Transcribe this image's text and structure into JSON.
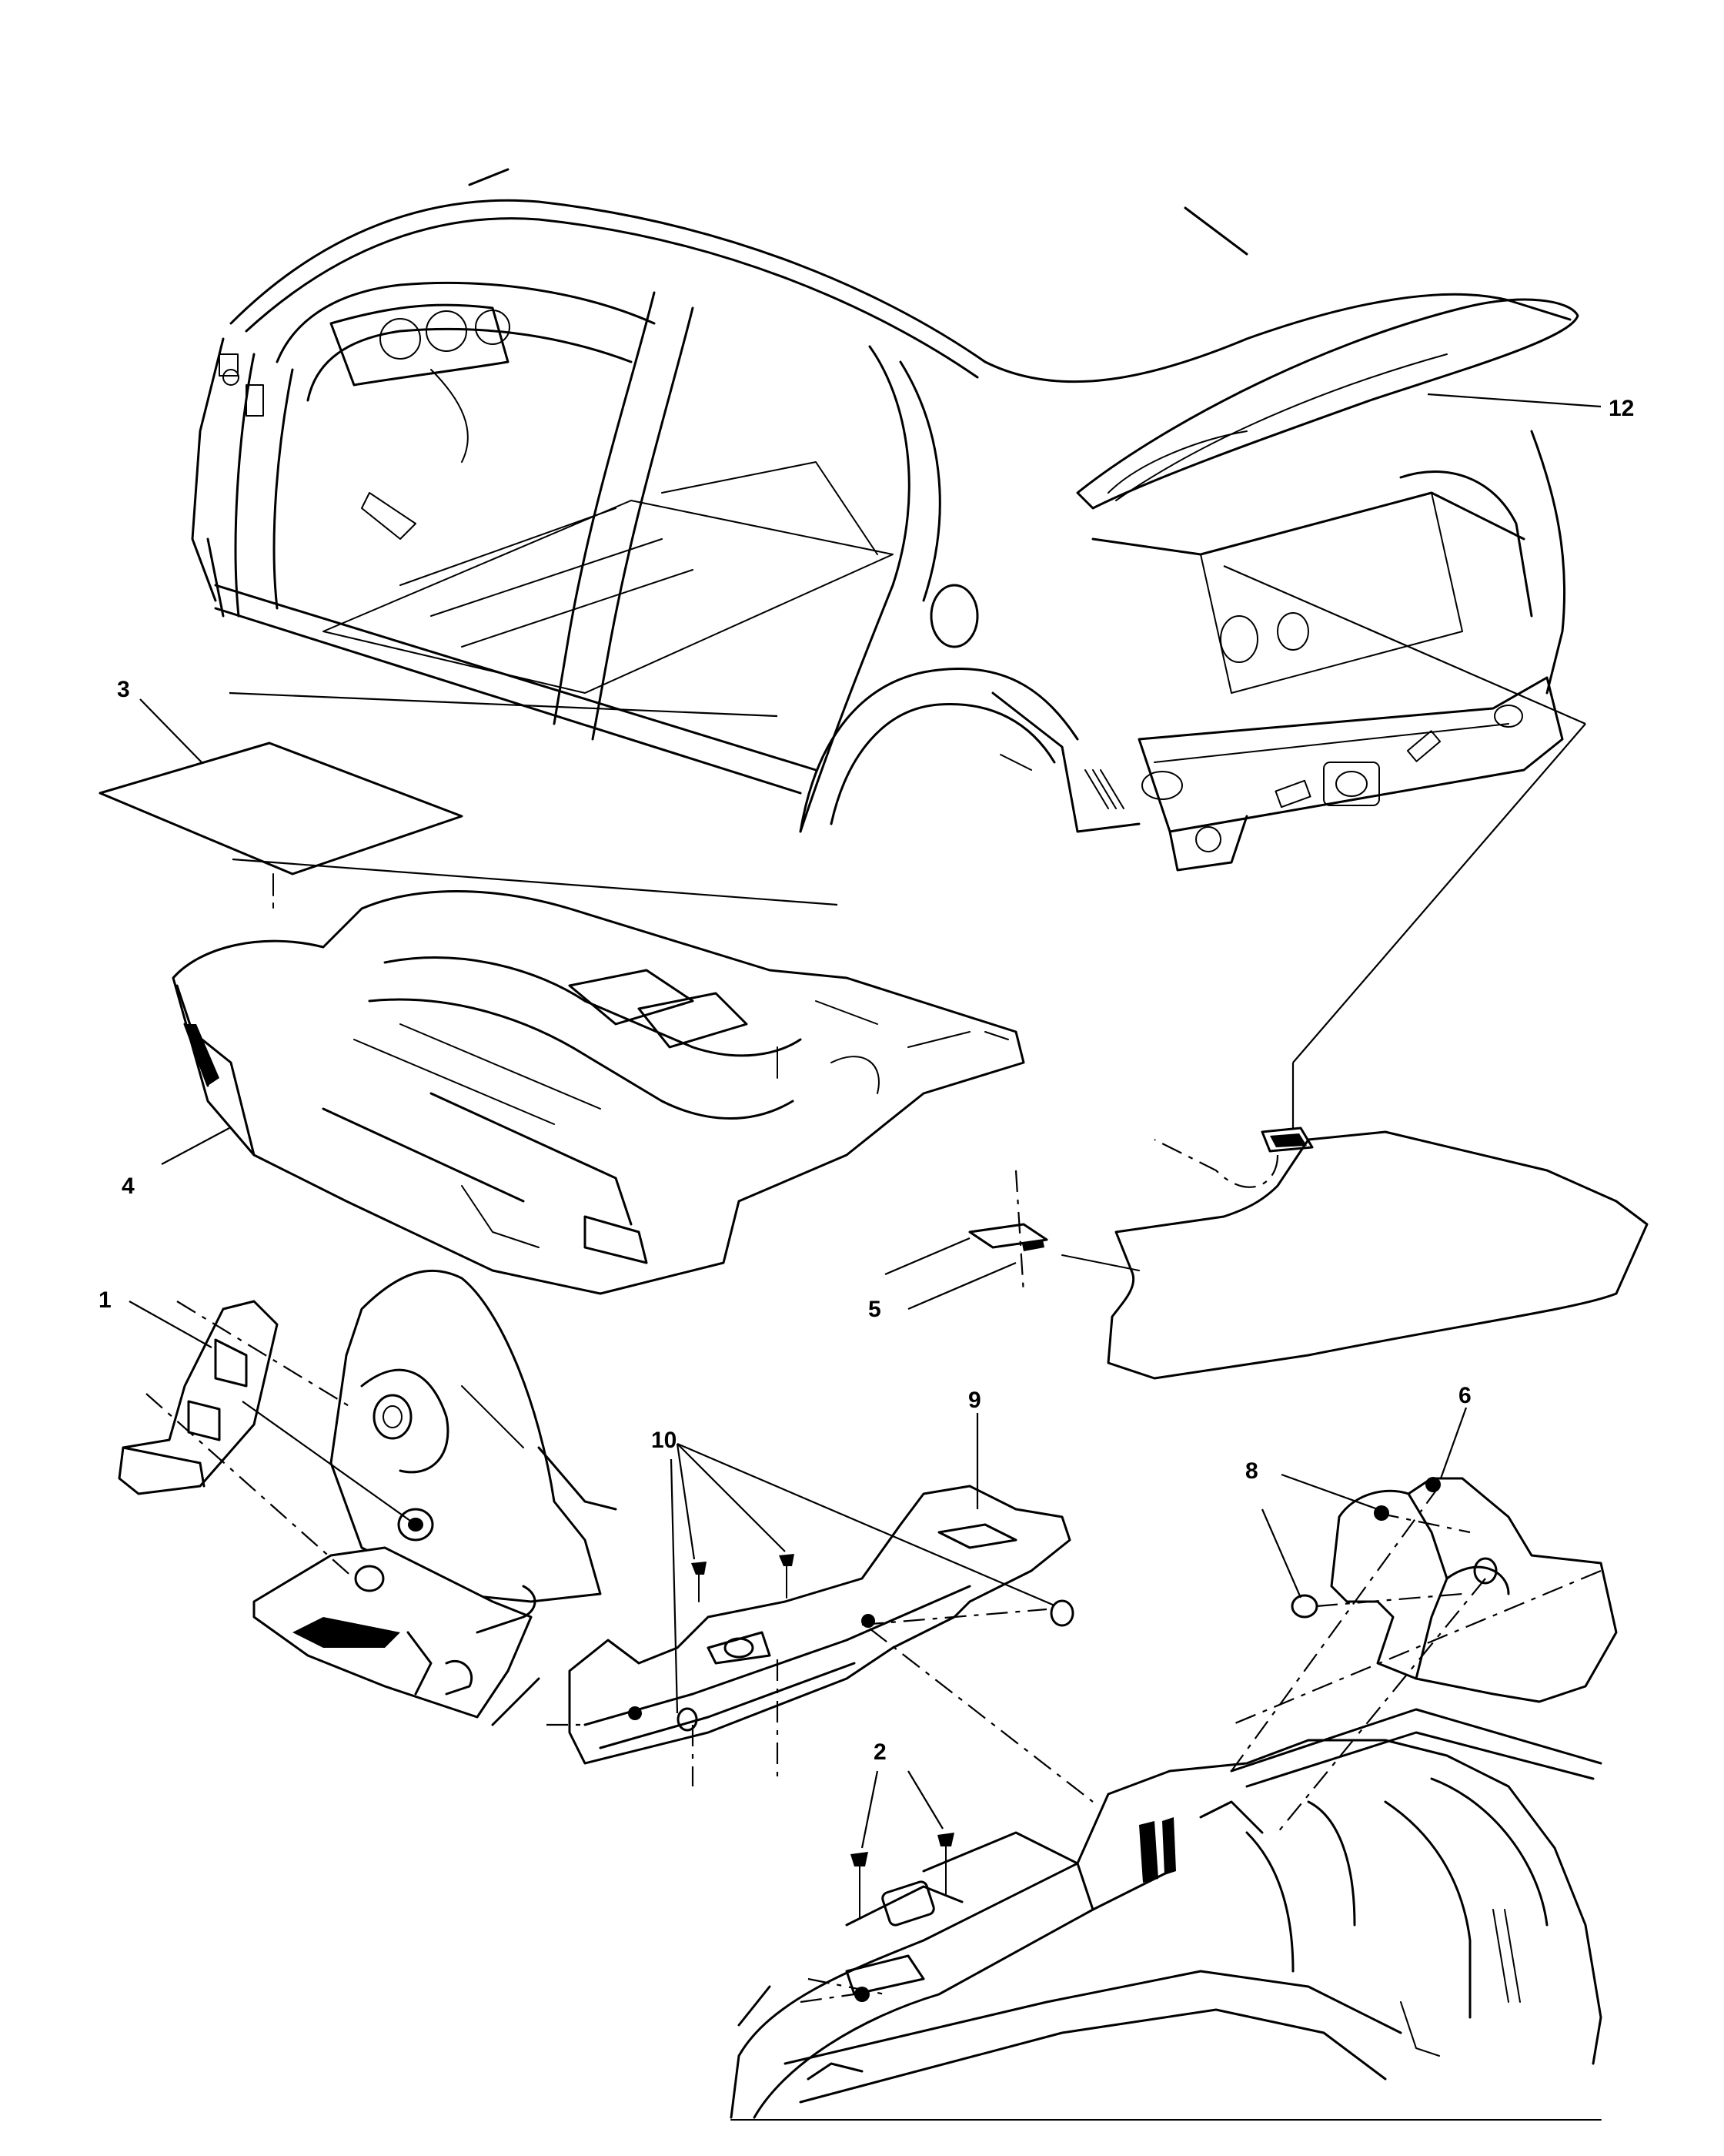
{
  "callouts": [
    {
      "id": "c1",
      "text": "1"
    },
    {
      "id": "c2",
      "text": "2"
    },
    {
      "id": "c3",
      "text": "3"
    },
    {
      "id": "c4",
      "text": "4"
    },
    {
      "id": "c5",
      "text": "5"
    },
    {
      "id": "c6",
      "text": "6"
    },
    {
      "id": "c8",
      "text": "8"
    },
    {
      "id": "c9",
      "text": "9"
    },
    {
      "id": "c10",
      "text": "10"
    },
    {
      "id": "c12",
      "text": "12"
    }
  ]
}
